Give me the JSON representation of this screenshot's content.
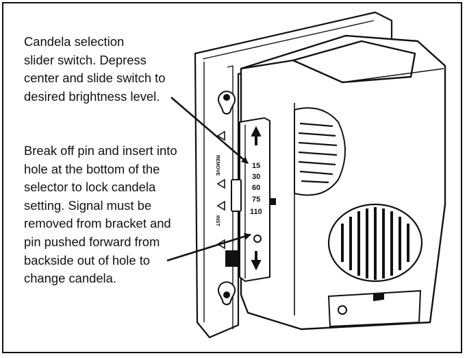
{
  "callouts": {
    "candela_selection": "Candela selection\nslider switch.  Depress\ncenter and slide switch to\ndesired brightness level.",
    "break_off_pin": "Break off pin and insert into\nhole at the bottom of the\nselector to lock candela\nsetting.  Signal must be\nremoved from bracket and\npin pushed forward from\nbackside out of hole to\nchange candela."
  },
  "candela_scale": [
    "15",
    "30",
    "60",
    "75",
    "110"
  ],
  "bracket_labels": {
    "upper": "REMOVE",
    "lower": "INST"
  },
  "colors": {
    "line": "#111111",
    "background": "#ffffff",
    "shade": "#d8d8d8"
  }
}
